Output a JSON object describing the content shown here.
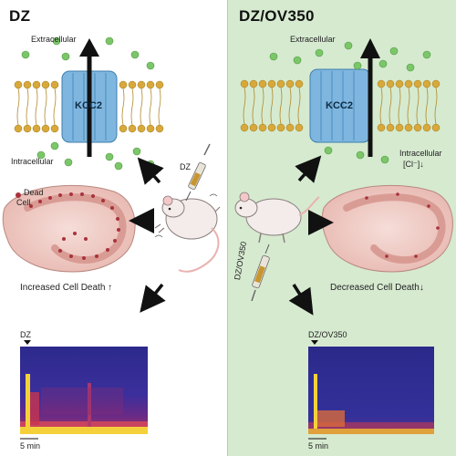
{
  "left": {
    "title": "DZ",
    "extracellular": "Extracellular",
    "intracellular": "Intracellular",
    "transporter": "KCC2",
    "syringe_label": "DZ",
    "dead_cell_1": "Dead",
    "dead_cell_2": "Cell",
    "outcome": "Increased Cell Death ↑",
    "eeg_marker": "DZ",
    "scale_bar": "5 min"
  },
  "right": {
    "title": "DZ/OV350",
    "extracellular": "Extracellular",
    "intracellular": "Intracellular",
    "chloride": "[Cl⁻]↓",
    "transporter": "KCC2",
    "syringe_label": "DZ/OV350",
    "outcome": "Decreased Cell Death↓",
    "eeg_marker": "DZ/OV350",
    "scale_bar": "5 min"
  },
  "colors": {
    "right_bg": "#d6ead0",
    "membrane_lipid": "#d8a93a",
    "transporter": "#7fb6df",
    "ion": "#7cc66a",
    "hippocampus": "#f0cfc9",
    "dead_cell": "#a8323c",
    "spectrogram_bg": "#3b2f9c"
  }
}
